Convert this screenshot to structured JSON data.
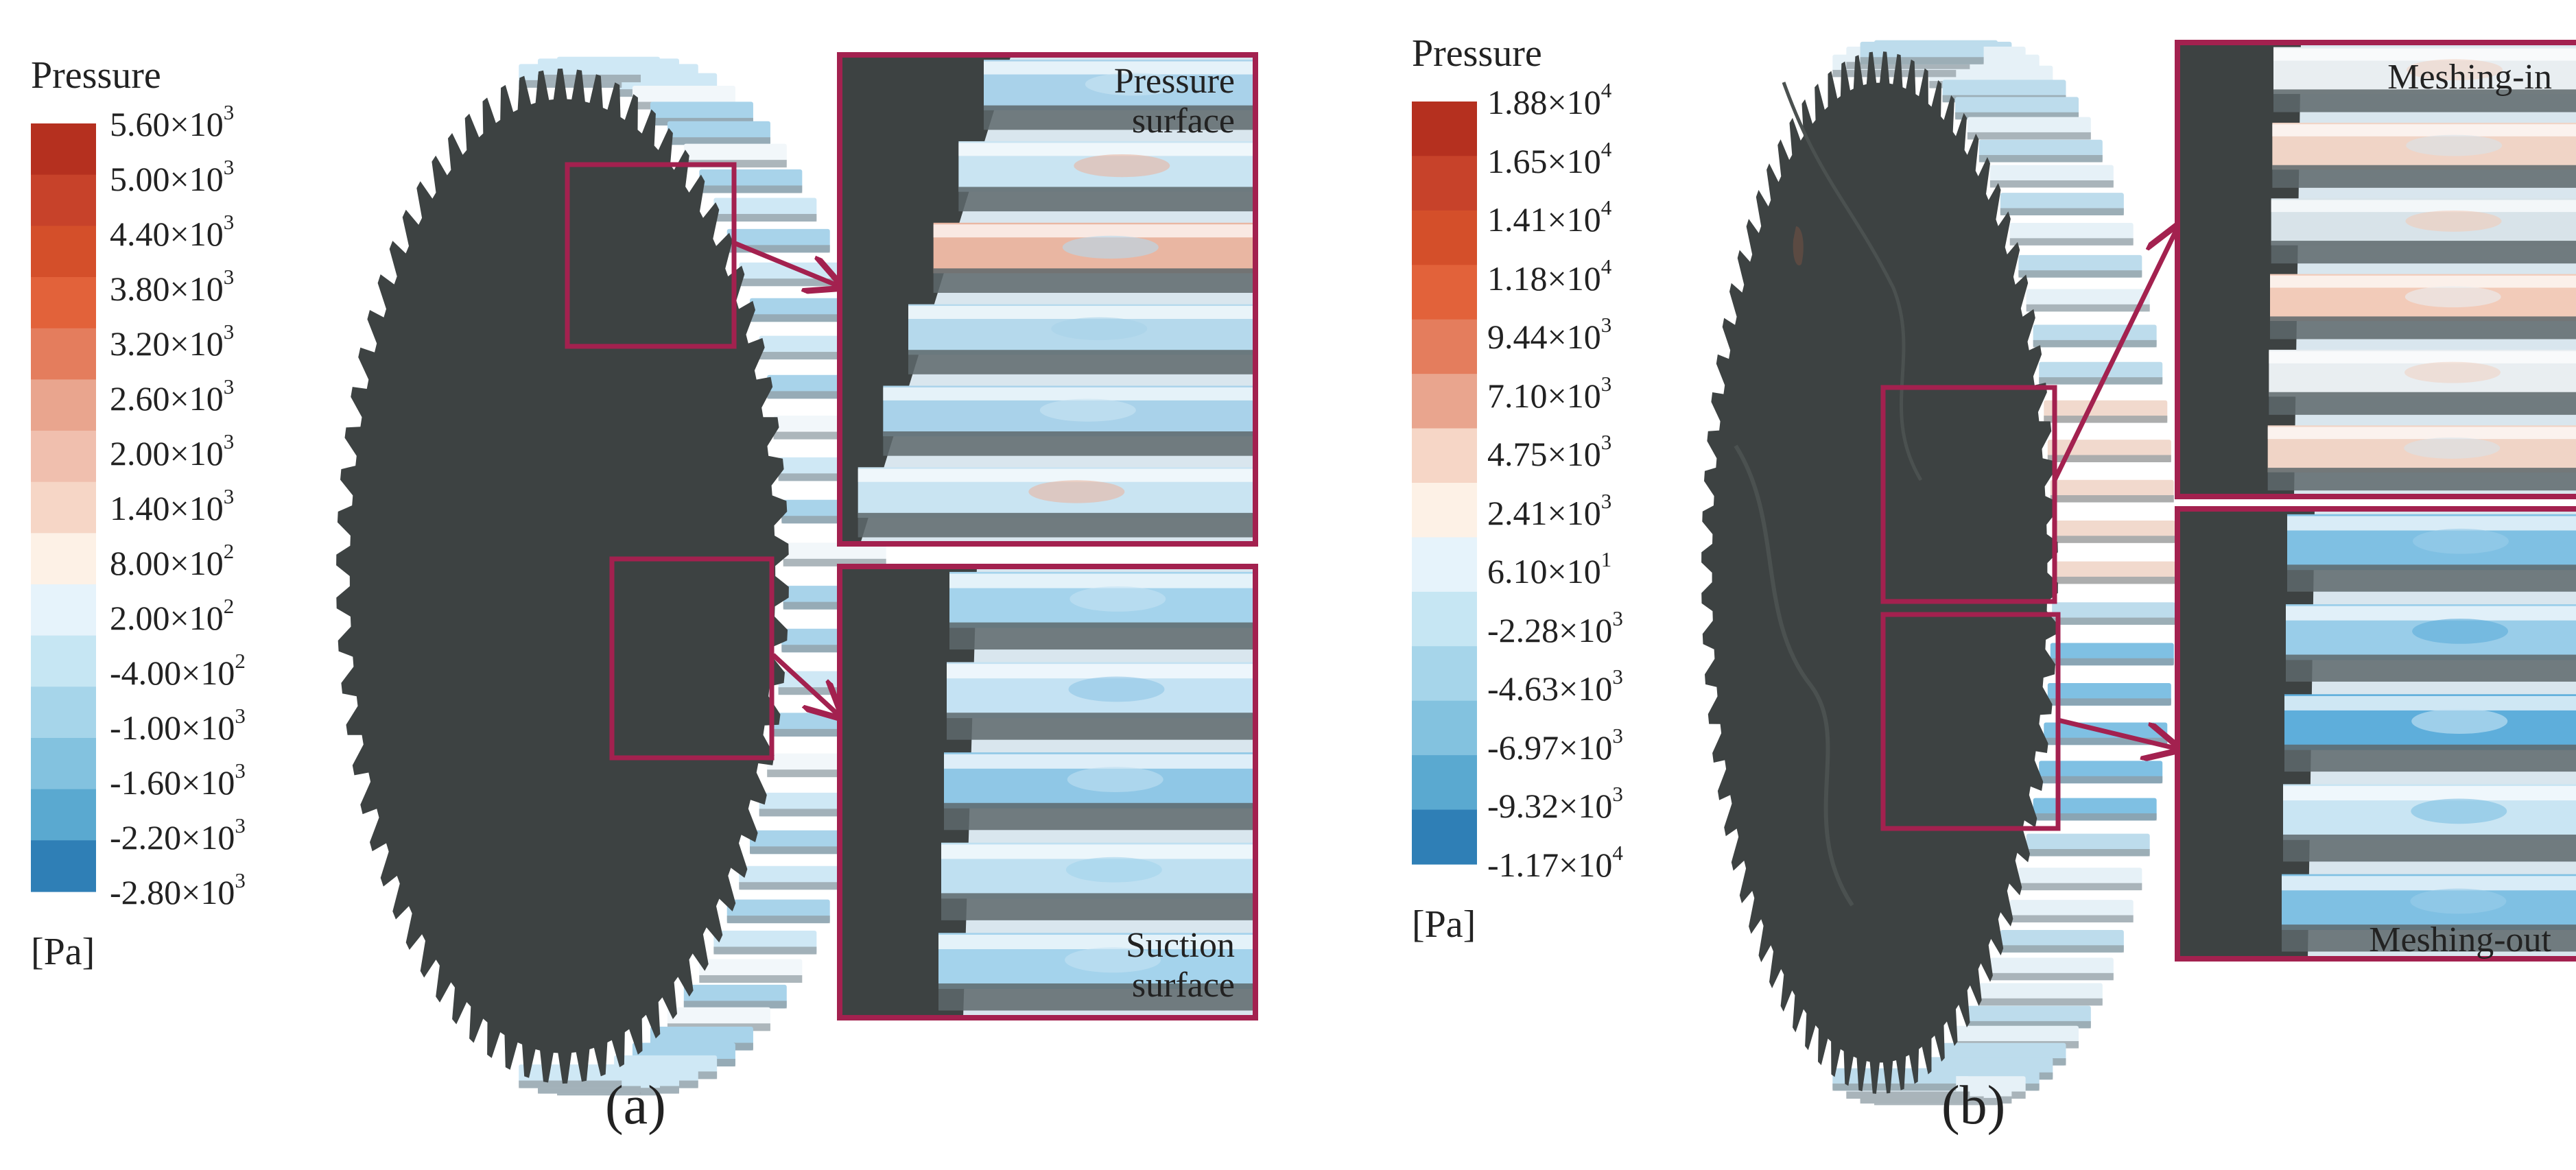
{
  "colorbar_a": {
    "title": "Pressure",
    "unit": "[Pa]",
    "ticks": [
      {
        "m": "5.60×10",
        "e": "3"
      },
      {
        "m": "5.00×10",
        "e": "3"
      },
      {
        "m": "4.40×10",
        "e": "3"
      },
      {
        "m": "3.80×10",
        "e": "3"
      },
      {
        "m": "3.20×10",
        "e": "3"
      },
      {
        "m": "2.60×10",
        "e": "3"
      },
      {
        "m": "2.00×10",
        "e": "3"
      },
      {
        "m": "1.40×10",
        "e": "3"
      },
      {
        "m": "8.00×10",
        "e": "2"
      },
      {
        "m": "2.00×10",
        "e": "2"
      },
      {
        "m": "-4.00×10",
        "e": "2"
      },
      {
        "m": "-1.00×10",
        "e": "3"
      },
      {
        "m": "-1.60×10",
        "e": "3"
      },
      {
        "m": "-2.20×10",
        "e": "3"
      },
      {
        "m": "-2.80×10",
        "e": "3"
      }
    ],
    "colors": [
      "#b5301f",
      "#c7422a",
      "#d44f2a",
      "#e2623a",
      "#e47d5d",
      "#e9a58e",
      "#f0bfae",
      "#f6d6c6",
      "#fdf1e6",
      "#e6f3fb",
      "#c6e6f3",
      "#a6d5ea",
      "#83c2df",
      "#5aa9d0",
      "#2f7fb6"
    ]
  },
  "colorbar_b": {
    "title": "Pressure",
    "unit": "[Pa]",
    "ticks": [
      {
        "m": "1.88×10",
        "e": "4"
      },
      {
        "m": "1.65×10",
        "e": "4"
      },
      {
        "m": "1.41×10",
        "e": "4"
      },
      {
        "m": "1.18×10",
        "e": "4"
      },
      {
        "m": "9.44×10",
        "e": "3"
      },
      {
        "m": "7.10×10",
        "e": "3"
      },
      {
        "m": "4.75×10",
        "e": "3"
      },
      {
        "m": "2.41×10",
        "e": "3"
      },
      {
        "m": "6.10×10",
        "e": "1"
      },
      {
        "m": "-2.28×10",
        "e": "3"
      },
      {
        "m": "-4.63×10",
        "e": "3"
      },
      {
        "m": "-6.97×10",
        "e": "3"
      },
      {
        "m": "-9.32×10",
        "e": "3"
      },
      {
        "m": "-1.17×10",
        "e": "4"
      }
    ],
    "colors": [
      "#b5301f",
      "#c7422a",
      "#d44f2a",
      "#e2623a",
      "#e47d5d",
      "#e9a58e",
      "#f6d6c6",
      "#fdf1e6",
      "#e6f3fb",
      "#c6e6f3",
      "#a6d5ea",
      "#83c2df",
      "#5aa9d0",
      "#2f7fb6"
    ]
  },
  "labels": {
    "pressure_surface": "Pressure\nsurface",
    "suction_surface": "Suction\nsurface",
    "meshing_in": "Meshing-in",
    "meshing_out": "Meshing-out",
    "panel_a": "(a)",
    "panel_b": "(b)"
  },
  "colors": {
    "highlight": "#a3214f",
    "gear_face": "#3d4242",
    "tooth_light": "#eef4f8",
    "tooth_shadow": "#8f9aa0"
  }
}
